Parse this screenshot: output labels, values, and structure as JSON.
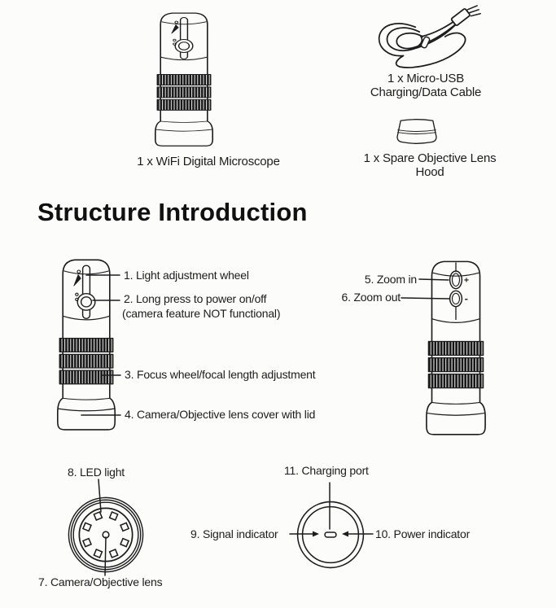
{
  "colors": {
    "ink": "#1c1c1c",
    "paper": "#fcfcfa"
  },
  "packing_list": {
    "microscope": {
      "caption": "1 x WiFi Digital Microscope"
    },
    "cable": {
      "caption_line1": "1 x Micro-USB",
      "caption_line2": "Charging/Data Cable"
    },
    "hood": {
      "caption_line1": "1 x Spare Objective Lens",
      "caption_line2": "Hood"
    }
  },
  "heading": "Structure Introduction",
  "front_view": {
    "label1": "1. Light adjustment wheel",
    "label2_line1": "2. Long press to power on/off",
    "label2_line2": "(camera feature NOT functional)",
    "label3": "3. Focus wheel/focal length adjustment",
    "label4": "4. Camera/Objective lens cover with lid"
  },
  "back_view": {
    "label5": "5. Zoom in",
    "label6": "6. Zoom out",
    "zoom_in_glyph": "+",
    "zoom_out_glyph": "-"
  },
  "lens_view": {
    "label7": "7. Camera/Objective lens",
    "label8": "8. LED light"
  },
  "top_view": {
    "label9": "9. Signal indicator",
    "label10": "10. Power indicator",
    "label11": "11. Charging port"
  }
}
